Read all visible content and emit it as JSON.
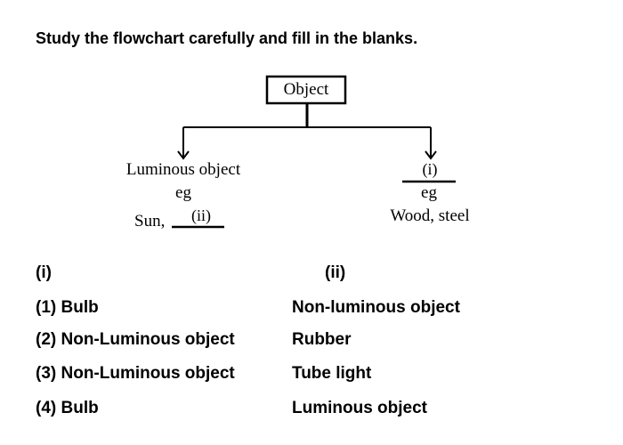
{
  "question": "Study the flowchart carefully and fill in the blanks.",
  "flowchart": {
    "root": "Object",
    "left": {
      "title": "Luminous object",
      "eg": "eg",
      "example_prefix": "Sun,",
      "blank_label": "(ii)"
    },
    "right": {
      "blank_label": "(i)",
      "eg": "eg",
      "examples": "Wood, steel"
    }
  },
  "options": {
    "headers": [
      "(i)",
      "(ii)"
    ],
    "rows": [
      {
        "i": "(1) Bulb",
        "ii": "Non-luminous object"
      },
      {
        "i": "(2) Non-Luminous object",
        "ii": "Rubber"
      },
      {
        "i": "(3) Non-Luminous object",
        "ii": "Tube light"
      },
      {
        "i": "(4) Bulb",
        "ii": "Luminous object"
      }
    ]
  }
}
